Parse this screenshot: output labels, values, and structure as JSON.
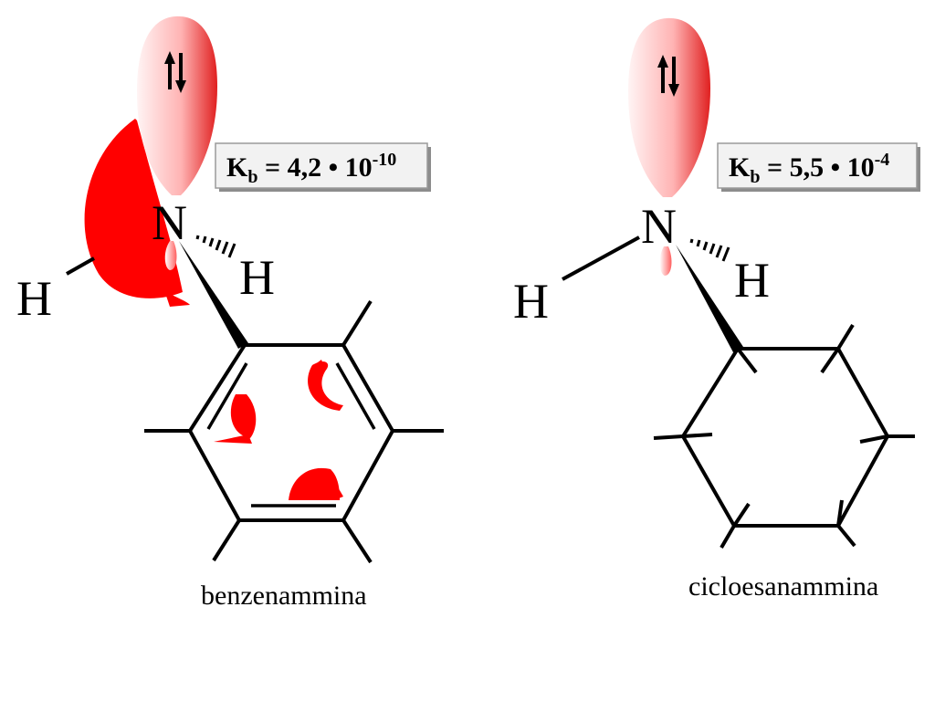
{
  "colors": {
    "orbital_red": "#ff0000",
    "lone_pair_gradient_light": "#ffe8e8",
    "lone_pair_gradient_dark": "#e83030",
    "box_fill": "#f2f2f2",
    "box_shadow": "#8c8c8c",
    "bond": "#000000"
  },
  "left": {
    "kb": {
      "symbol": "K",
      "subscript": "b",
      "value": " = 4,2 • 10",
      "exponent": "-10"
    },
    "atoms": {
      "n": "N",
      "h_left": "H",
      "h_right": "H"
    },
    "electron_pair": "⇅",
    "caption": "benzenammina"
  },
  "right": {
    "kb": {
      "symbol": "K",
      "subscript": "b",
      "value": " = 5,5 • 10",
      "exponent": "-4"
    },
    "atoms": {
      "n": "N",
      "h_left": "H",
      "h_right": "H"
    },
    "electron_pair": "⇅",
    "caption": "cicloesanammina"
  }
}
